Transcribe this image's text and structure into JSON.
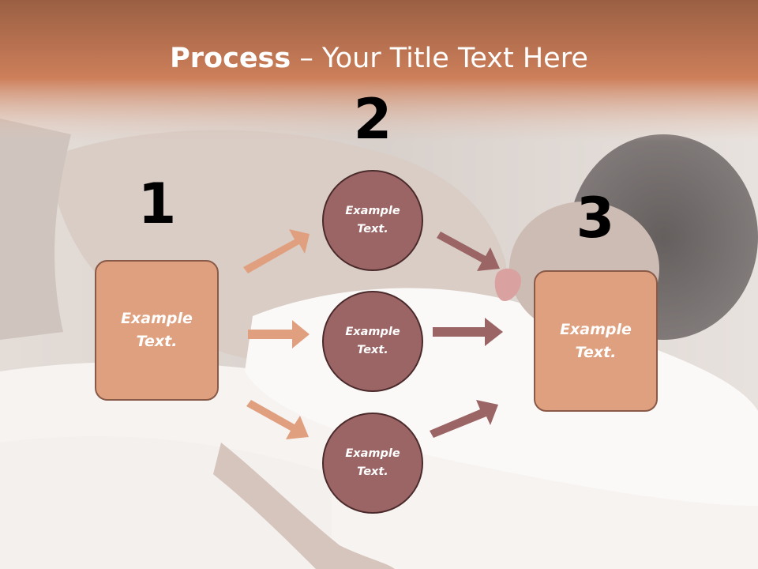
{
  "title": {
    "bold": "Process",
    "rest": " – Your Title Text Here"
  },
  "steps": [
    {
      "number": "1",
      "label": "Example\nText."
    },
    {
      "number": "2",
      "items": [
        "Example\nText.",
        "Example\nText.",
        "Example\nText."
      ]
    },
    {
      "number": "3",
      "label": "Example\nText."
    }
  ],
  "colors": {
    "header": "#c97a55",
    "box": "#dea07e",
    "circle": "#9b6565",
    "arrow_left": "#e0a07f",
    "arrow_right": "#9b6565"
  }
}
